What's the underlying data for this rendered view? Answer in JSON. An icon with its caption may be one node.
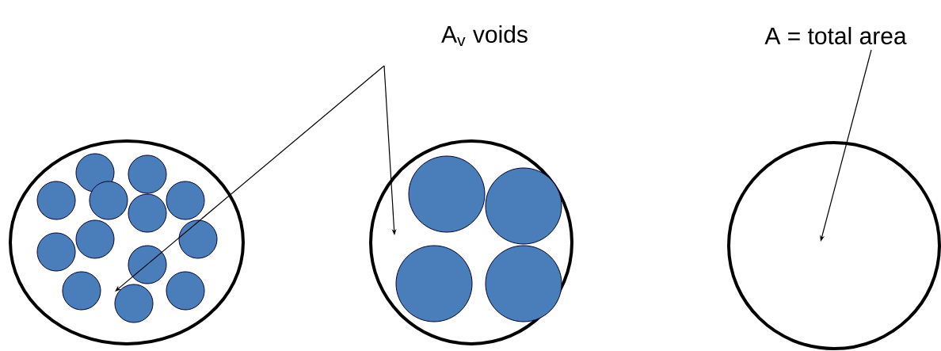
{
  "diagram": {
    "nodes": [
      {
        "text": [
          "A$_{v}$ voids"
        ]
      },
      {
        "text": [],
        "shape": "circle"
      },
      {
        "text": [],
        "shape": "circle"
      },
      {
        "text": [
          "A = total area"
        ]
      },
      {
        "text": [],
        "shape": "circle"
      }
    ],
    "edges": [
      {
        "from": 0,
        "to": 1,
        "arrow": "to"
      },
      {
        "from": 0,
        "to": 2,
        "arrow": "to"
      },
      {
        "from": 3,
        "to": 4,
        "arrow": "to"
      }
    ]
  }
}
